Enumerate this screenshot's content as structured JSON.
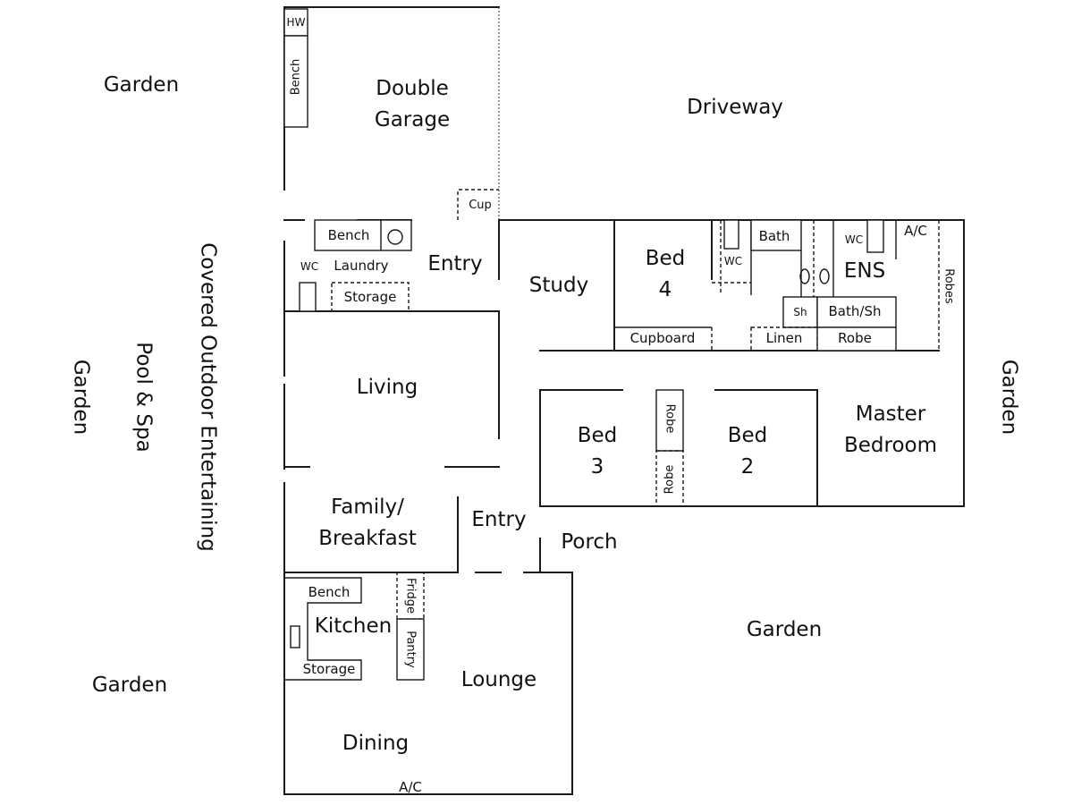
{
  "labels": {
    "garden_top_left": "Garden",
    "double_garage_line1": "Double",
    "double_garage_line2": "Garage",
    "hw": "HW",
    "garage_bench": "Bench",
    "cup": "Cup",
    "driveway": "Driveway",
    "covered_outdoor": "Covered Outdoor Entertaining",
    "pool_spa": "Pool & Spa",
    "garden_left": "Garden",
    "laundry_bench": "Bench",
    "laundry_wc": "WC",
    "laundry": "Laundry",
    "storage_laundry": "Storage",
    "entry_top": "Entry",
    "study": "Study",
    "bed4_line1": "Bed",
    "bed4_line2": "4",
    "cupboard": "Cupboard",
    "wc_mid": "WC",
    "bath": "Bath",
    "ens_wc": "WC",
    "ens": "ENS",
    "ac_top": "A/C",
    "robes_right": "Robes",
    "sh": "Sh",
    "bath_sh": "Bath/Sh",
    "linen": "Linen",
    "robe_ens": "Robe",
    "living": "Living",
    "bed3_line1": "Bed",
    "bed3_line2": "3",
    "robe_upper": "Robe",
    "robe_lower": "Robe",
    "bed2_line1": "Bed",
    "bed2_line2": "2",
    "master_line1": "Master",
    "master_line2": "Bedroom",
    "garden_right": "Garden",
    "family_line1": "Family/",
    "family_line2": "Breakfast",
    "entry_bottom": "Entry",
    "porch": "Porch",
    "kitchen_bench": "Bench",
    "kitchen": "Kitchen",
    "fridge": "Fridge",
    "pantry": "Pantry",
    "kitchen_storage": "Storage",
    "garden_bottom_right": "Garden",
    "garden_bottom_left": "Garden",
    "lounge": "Lounge",
    "dining": "Dining",
    "ac_bottom": "A/C"
  },
  "colors": {
    "line": "#1a1a1a",
    "text": "#111111",
    "background": "#ffffff"
  }
}
